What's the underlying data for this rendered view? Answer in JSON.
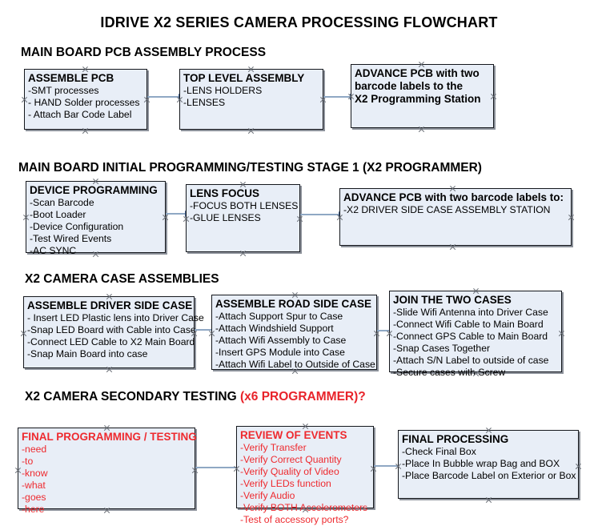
{
  "document": {
    "title": "IDRIVE X2  SERIES CAMERA PROCESSING FLOWCHART"
  },
  "colors": {
    "node_fill": "#e8eef7",
    "node_border": "#15181d",
    "connector": "#8fa8c4",
    "arrow": "#45628c",
    "red_text": "#ee2a2f",
    "handle": "#6a6f77"
  },
  "sections": [
    {
      "id": "main-board-pcb-assembly-process",
      "header": "MAIN BOARD PCB ASSEMBLY PROCESS",
      "header_highlight": "",
      "nodes": [
        {
          "id": "assemble-pcb",
          "title": "ASSEMBLE PCB",
          "lines": [
            "-SMT processes",
            "- HAND Solder processes",
            "- Attach Bar Code Label"
          ]
        },
        {
          "id": "top-level-assembly",
          "title": "TOP LEVEL ASSEMBLY",
          "lines": [
            "-LENS HOLDERS",
            "-LENSES"
          ]
        },
        {
          "id": "advance-pcb-to-x2-programming-station",
          "title": "ADVANCE PCB with two",
          "lines": [
            "barcode labels to the",
            " X2 Programming Station"
          ]
        }
      ]
    },
    {
      "id": "main-board-initial-programming",
      "header": "MAIN BOARD INITIAL PROGRAMMING/TESTING STAGE 1 (X2 PROGRAMMER)",
      "header_highlight": "",
      "nodes": [
        {
          "id": "device-programming",
          "title": "DEVICE PROGRAMMING",
          "lines": [
            "-Scan Barcode",
            "-Boot Loader",
            "-Device Configuration",
            "-Test Wired Events",
            "-AC SYNC"
          ]
        },
        {
          "id": "lens-focus",
          "title": "LENS FOCUS",
          "lines": [
            "-FOCUS BOTH LENSES",
            "-GLUE LENSES"
          ]
        },
        {
          "id": "advance-pcb-to-driver-side-case-assembly",
          "title": "ADVANCE PCB with two barcode labels to:",
          "lines": [
            "-X2 DRIVER  SIDE  CASE  ASSEMBLY STATION"
          ]
        }
      ]
    },
    {
      "id": "x2-camera-case-assemblies",
      "header": "X2 CAMERA CASE ASSEMBLIES",
      "header_highlight": "",
      "nodes": [
        {
          "id": "assemble-driver-side-case",
          "title": "ASSEMBLE DRIVER SIDE CASE",
          "lines": [
            "- Insert LED Plastic lens into Driver Case",
            "-Snap LED Board with Cable into Case",
            "-Connect LED Cable to X2 Main Board",
            "-Snap Main Board into case"
          ]
        },
        {
          "id": "assemble-road-side-case",
          "title": "ASSEMBLE ROAD SIDE CASE",
          "lines": [
            "-Attach Support Spur to Case",
            "-Attach Windshield Support",
            "-Attach Wifi Assembly to Case",
            "-Insert GPS Module into Case",
            "-Attach Wifi Label to Outside of Case"
          ]
        },
        {
          "id": "join-the-two-cases",
          "title": "JOIN THE TWO CASES",
          "lines": [
            "-Slide Wifi Antenna into Driver Case",
            "-Connect Wifi Cable to Main Board",
            "-Connect GPS Cable to Main Board",
            "-Snap Cases Together",
            "-Attach S/N Label to outside of case",
            "-Secure cases with Screw"
          ]
        }
      ]
    },
    {
      "id": "x2-camera-secondary-testing",
      "header": "X2 CAMERA SECONDARY TESTING ",
      "header_highlight": "(x6 PROGRAMMER)?",
      "nodes": [
        {
          "id": "final-programming-testing",
          "title": "FINAL PROGRAMMING / TESTING",
          "lines": [
            "-need",
            "-to",
            "-know",
            "-what",
            "-goes",
            "-here"
          ]
        },
        {
          "id": "review-of-events",
          "title": "REVIEW OF EVENTS",
          "lines": [
            "-Verify Transfer",
            "-Verify Correct Quantity",
            "-Verify Quality of Video",
            "-Verify LEDs function",
            "-Verify Audio",
            "-Verify BOTH Accelerometers",
            "-Test of accessory ports?"
          ]
        },
        {
          "id": "final-processing",
          "title": "FINAL PROCESSING",
          "lines": [
            "-Check Final Box",
            "-Place In Bubble wrap Bag and BOX",
            "-Place Barcode Label on Exterior or Box"
          ]
        }
      ]
    }
  ]
}
